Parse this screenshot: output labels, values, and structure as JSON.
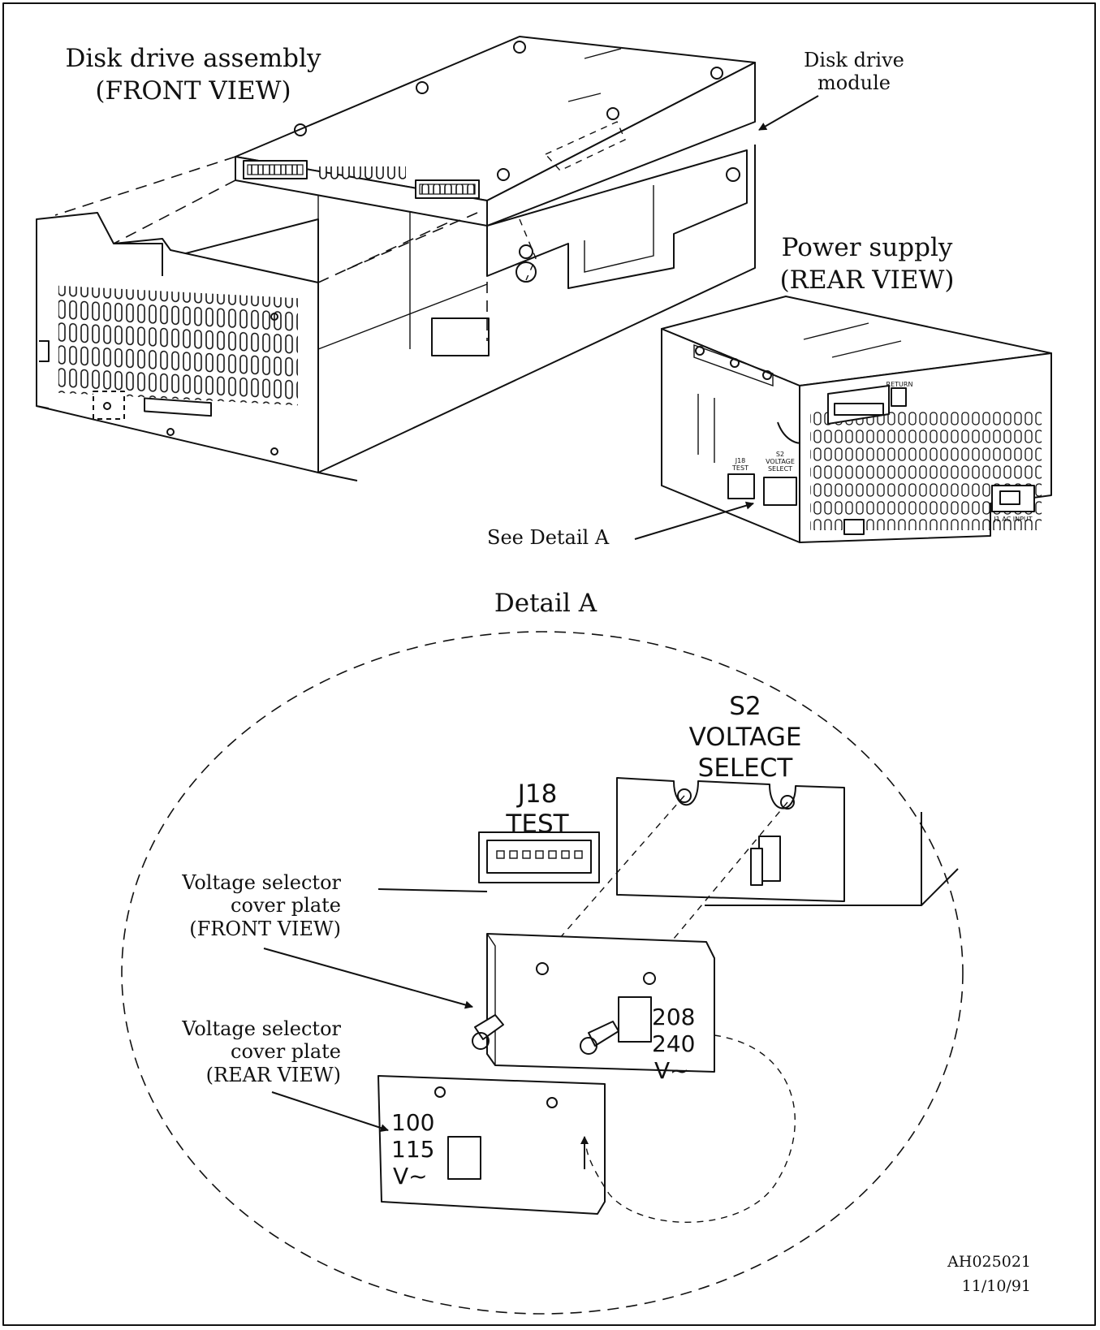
{
  "labels": {
    "disk_drive_assembly_line1": "Disk drive assembly",
    "disk_drive_assembly_line2": "(FRONT VIEW)",
    "disk_drive_module_line1": "Disk drive",
    "disk_drive_module_line2": "module",
    "power_supply_line1": "Power supply",
    "power_supply_line2": "(REAR VIEW)",
    "see_detail": "See Detail A",
    "detail_title": "Detail A",
    "s2_line1": "S2",
    "s2_line2": "VOLTAGE",
    "s2_line3": "SELECT",
    "j18_line1": "J18",
    "j18_line2": "TEST",
    "front_plate_line1": "Voltage selector",
    "front_plate_line2": "cover plate",
    "front_plate_line3": "(FRONT VIEW)",
    "rear_plate_line1": "Voltage selector",
    "rear_plate_line2": "cover plate",
    "rear_plate_line3": "(REAR VIEW)",
    "front_plate_v1": "208",
    "front_plate_v2": "240",
    "front_plate_v3": "V~",
    "rear_plate_v1": "100",
    "rear_plate_v2": "115",
    "rear_plate_v3": "V~",
    "ps_j18": "J18",
    "ps_test": "TEST",
    "ps_s2": "S2",
    "ps_voltage": "VOLTAGE",
    "ps_select": "SELECT",
    "ps_return": "RETURN",
    "ps_ac_input": "J1 AC INPUT",
    "doc_id": "AH025021",
    "doc_date": "11/10/91"
  },
  "colors": {
    "ink": "#111111",
    "paper": "#ffffff"
  }
}
